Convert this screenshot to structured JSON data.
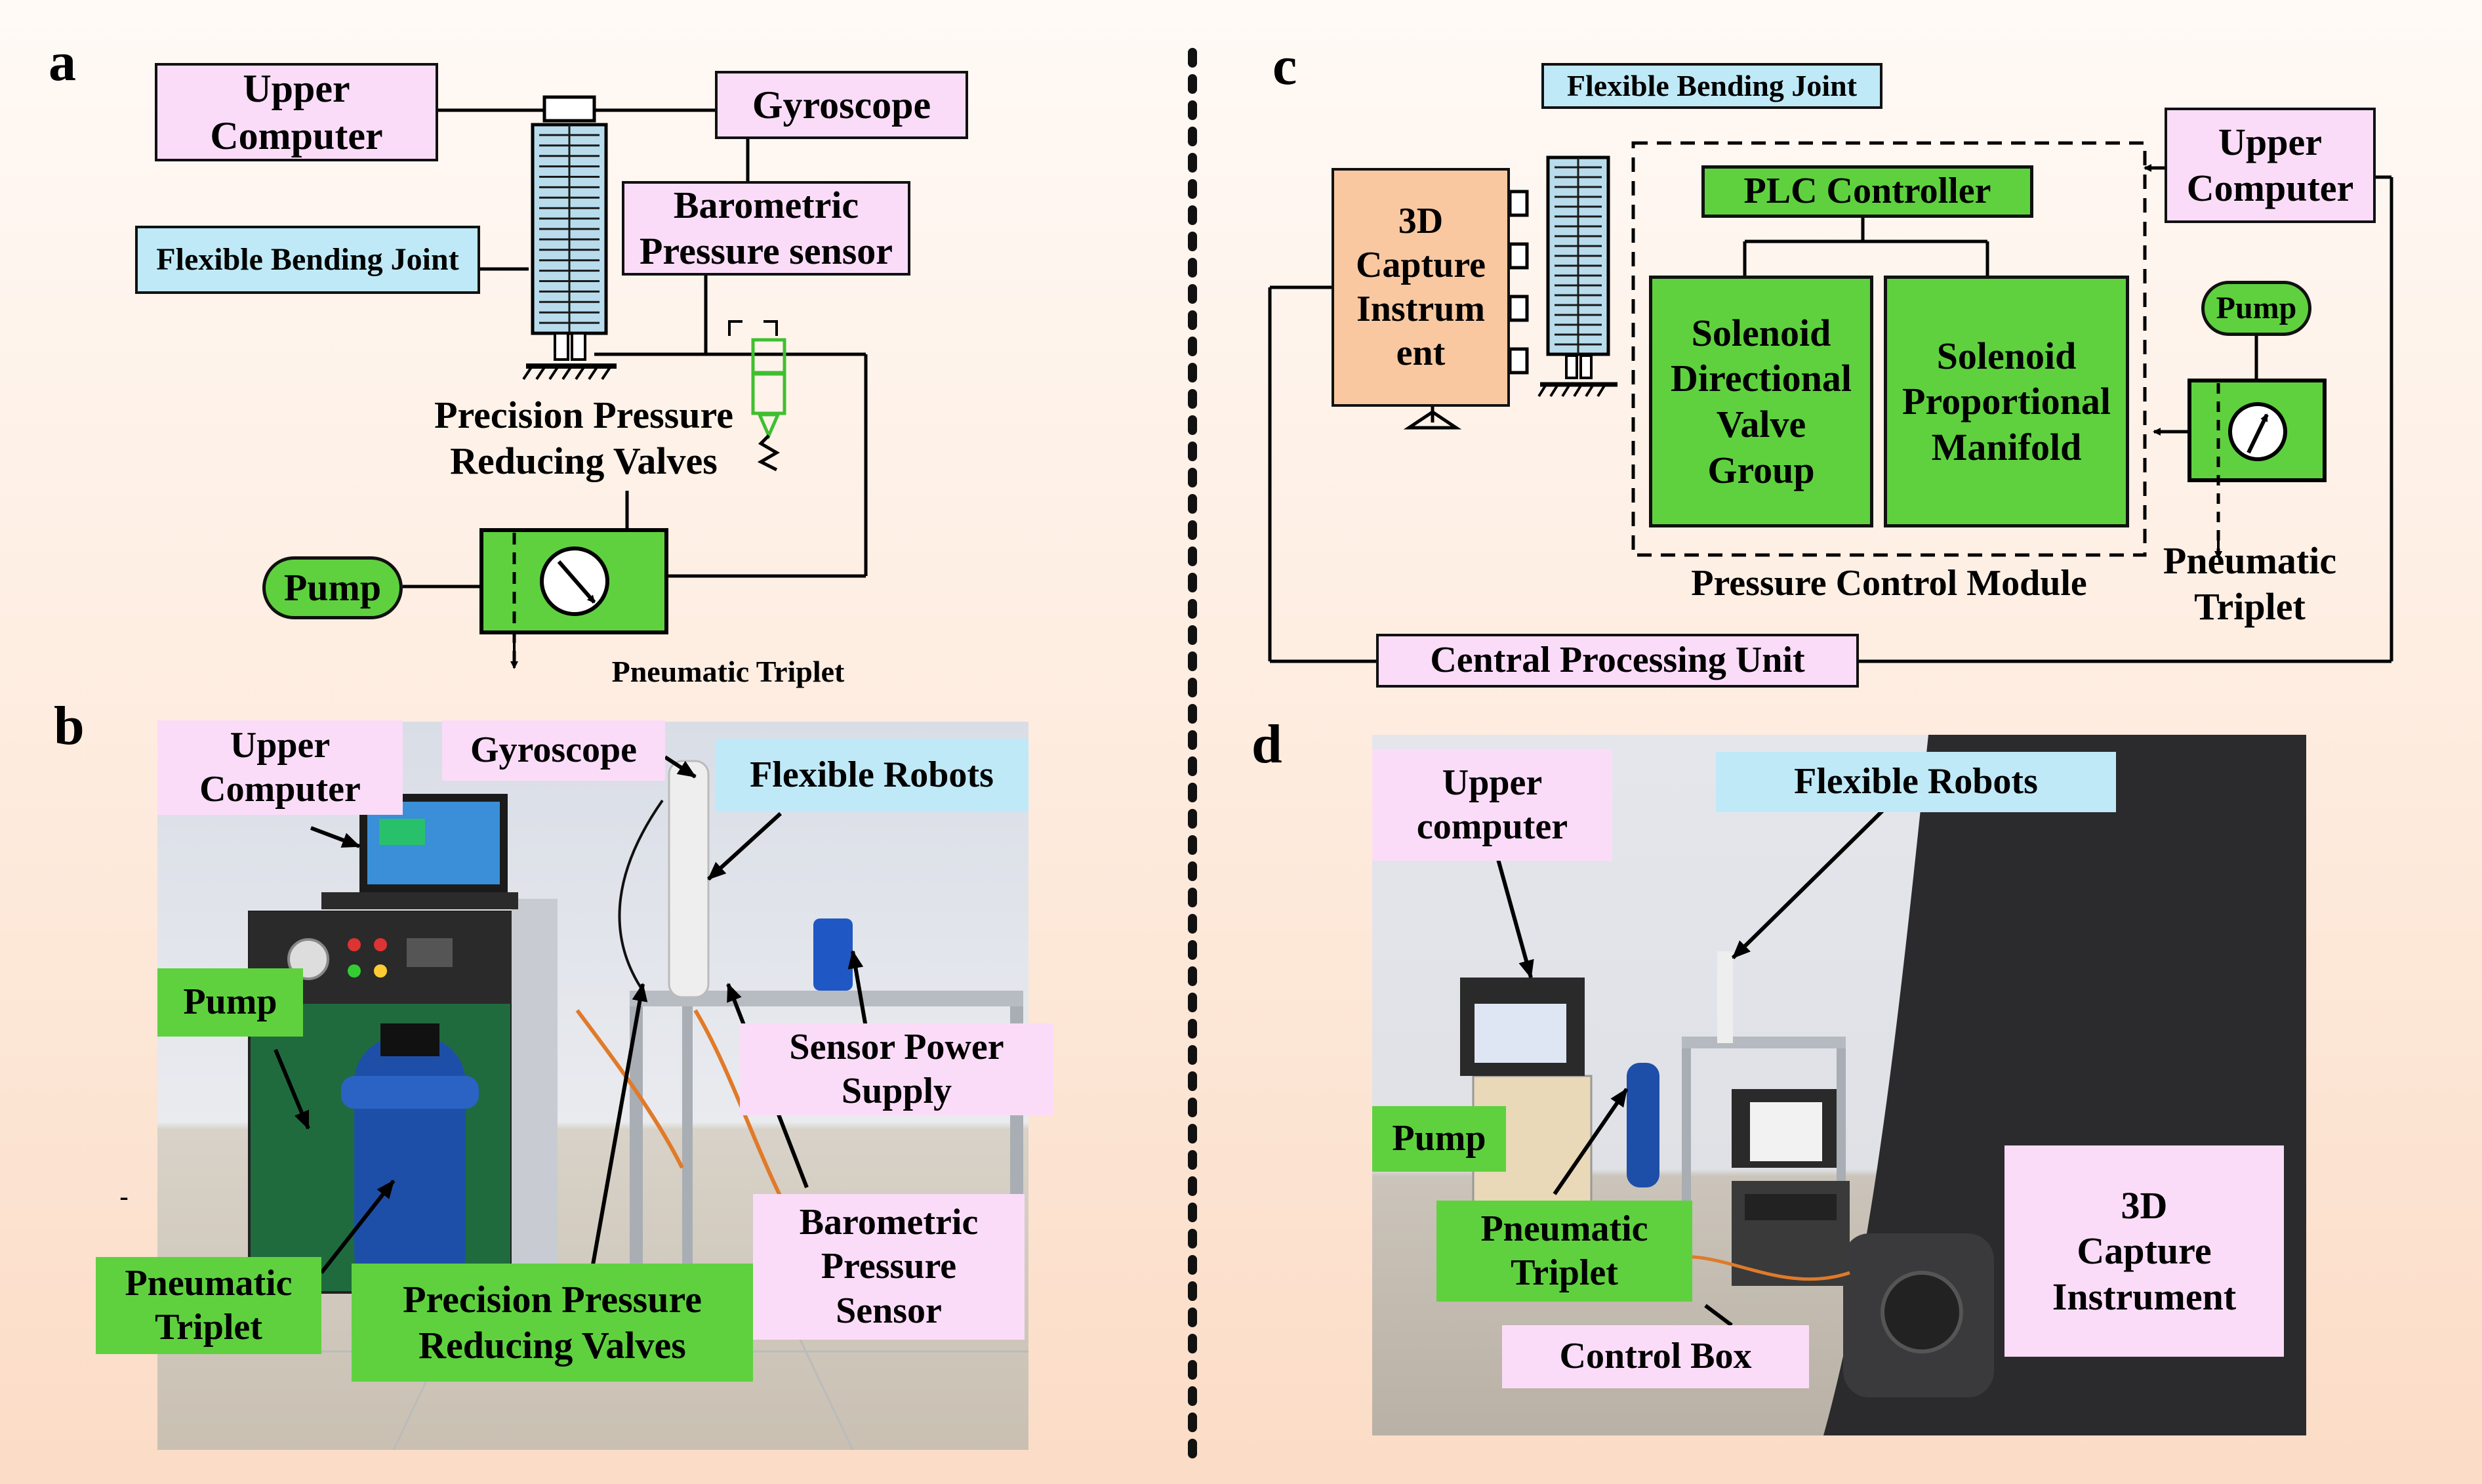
{
  "panels": {
    "a": "a",
    "b": "b",
    "c": "c",
    "d": "d"
  },
  "a": {
    "upper_computer": "Upper\nComputer",
    "gyroscope": "Gyroscope",
    "barometric": "Barometric\nPressure sensor",
    "flexible_joint": "Flexible Bending Joint",
    "prv": "Precision Pressure\nReducing Valves",
    "pump": "Pump",
    "triplet": "Pneumatic Triplet"
  },
  "b": {
    "upper_computer": "Upper\nComputer",
    "gyroscope": "Gyroscope",
    "flexible_robots": "Flexible Robots",
    "pump": "Pump",
    "sensor_power": "Sensor Power\nSupply",
    "barometric": "Barometric\nPressure\nSensor",
    "triplet": "Pneumatic\nTriplet",
    "prv": "Precision Pressure\nReducing Valves",
    "dash_mark": "-"
  },
  "c": {
    "flexible_joint": "Flexible Bending Joint",
    "capture": "3D\nCapture\nInstrum\nent",
    "plc": "PLC Controller",
    "solenoid_dir": "Solenoid\nDirectional\nValve\nGroup",
    "solenoid_prop": "Solenoid\nProportional\nManifold",
    "upper_computer": "Upper\nComputer",
    "pump": "Pump",
    "pcm": "Pressure Control Module",
    "triplet": "Pneumatic\nTriplet",
    "cpu": "Central Processing Unit"
  },
  "d": {
    "upper_computer": "Upper\ncomputer",
    "flexible_robots": "Flexible Robots",
    "pump": "Pump",
    "triplet": "Pneumatic\nTriplet",
    "control_box": "Control Box",
    "capture": "3D\nCapture\nInstrument"
  },
  "colors": {
    "pink": "#fbdcf8",
    "blue": "#bfe9f7",
    "green": "#5fd13f",
    "orange": "#f9c8a0",
    "joint": "#b8dcec"
  }
}
